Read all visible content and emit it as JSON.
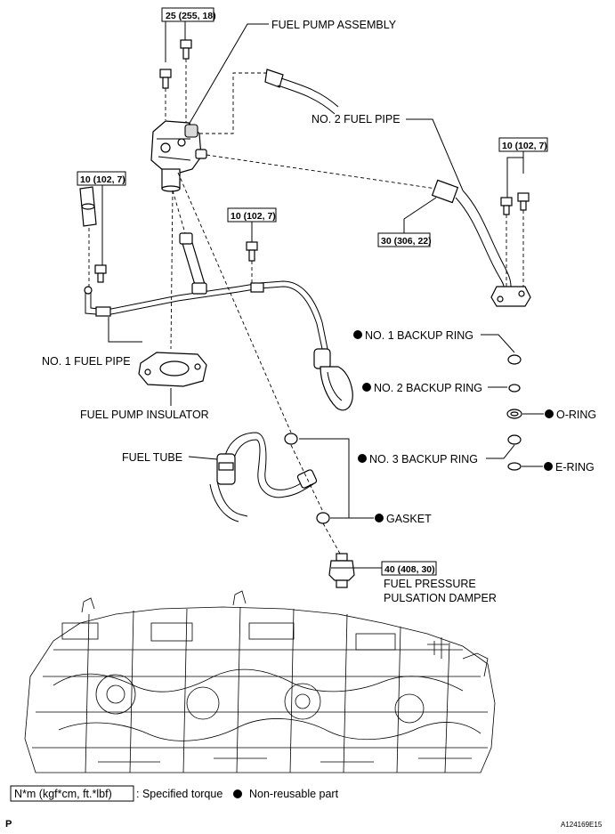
{
  "labels": {
    "fuel_pump_assembly": "FUEL PUMP ASSEMBLY",
    "no2_fuel_pipe": "NO. 2 FUEL PIPE",
    "no1_backup_ring": "NO. 1 BACKUP RING",
    "no2_backup_ring": "NO. 2 BACKUP RING",
    "o_ring": "O-RING",
    "no3_backup_ring": "NO. 3 BACKUP RING",
    "e_ring": "E-RING",
    "gasket": "GASKET",
    "no1_fuel_pipe": "NO. 1 FUEL PIPE",
    "fuel_pump_insulator": "FUEL PUMP INSULATOR",
    "fuel_tube": "FUEL TUBE",
    "damper_line1": "FUEL PRESSURE",
    "damper_line2": "PULSATION DAMPER"
  },
  "torques": {
    "pump_bolts": "25 (255, 18)",
    "pipe2_flange_bolts": "10 (102, 7)",
    "pipe1_left_bolt": "10 (102, 7)",
    "pipe1_mid_bolt": "10 (102, 7)",
    "pipe2_union": "30 (306, 22)",
    "damper": "40 (408, 30)"
  },
  "legend": {
    "unit_box": "N*m (kgf*cm, ft.*lbf)",
    "torque_text": ": Specified torque",
    "nonreusable_text": "Non-reusable part"
  },
  "footer": {
    "corner_mark": "P",
    "figure_id": "A124169E15"
  },
  "colors": {
    "ink": "#000000",
    "paper": "#ffffff",
    "part_shade": "#d9d9d9"
  }
}
